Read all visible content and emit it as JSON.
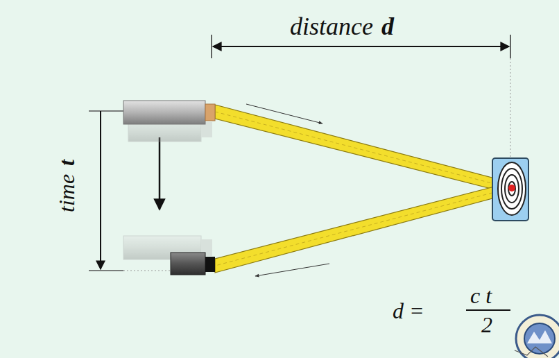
{
  "diagram": {
    "labels": [
      "distance",
      "d",
      "time",
      "t",
      "d =",
      "c t",
      "2"
    ]
  }
}
